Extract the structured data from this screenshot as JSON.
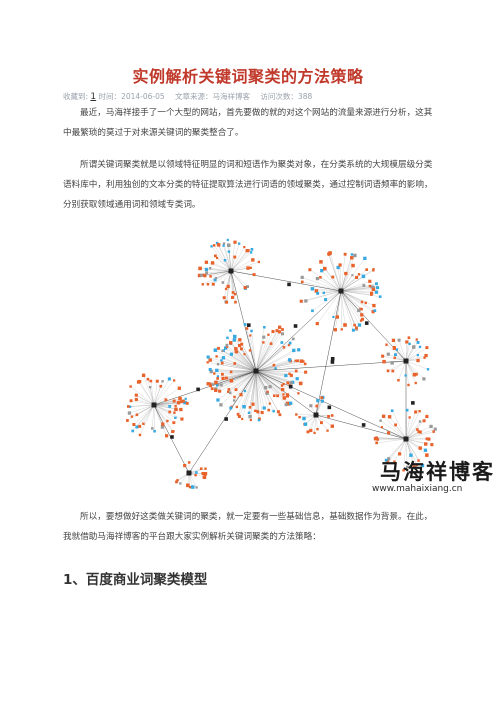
{
  "article": {
    "title": "实例解析关键词聚类的方法策略",
    "meta": {
      "favorite_label": "收藏到:",
      "favorite_count": "1",
      "time": "时间：2014-06-05",
      "source": "文章来源：马海祥博客",
      "views": "访问次数：388"
    },
    "paragraphs": [
      "最近，马海祥接手了一个大型的网站，首先要做的就的对这个网站的流量来源进行分析，这其中最繁琐的莫过于对来源关键词的聚类整合了。",
      "所谓关键词聚类就是以领域特征明显的词和短语作为聚类对象，在分类系统的大规模层级分类语料库中，利用独创的文本分类的特征提取算法进行词语的领域聚类，通过控制词语频率的影响，分别获取领域通用词和领域专类词。",
      "所以，要想做好这类做关键词的聚类，就一定要有一些基础信息，基础数据作为背景。在此，我就借助马海祥博客的平台跟大家实例解析关键词聚类的方法策略："
    ],
    "section_heading": "1、百度商业词聚类模型"
  },
  "figure": {
    "watermark_cn": "马海祥博客",
    "watermark_url": "www.mahaixiang.cn",
    "colors": {
      "orange": "#e8622c",
      "blue": "#35a9e0",
      "gray": "#9a9a9a",
      "dark": "#222222",
      "edge": "#555555"
    }
  }
}
